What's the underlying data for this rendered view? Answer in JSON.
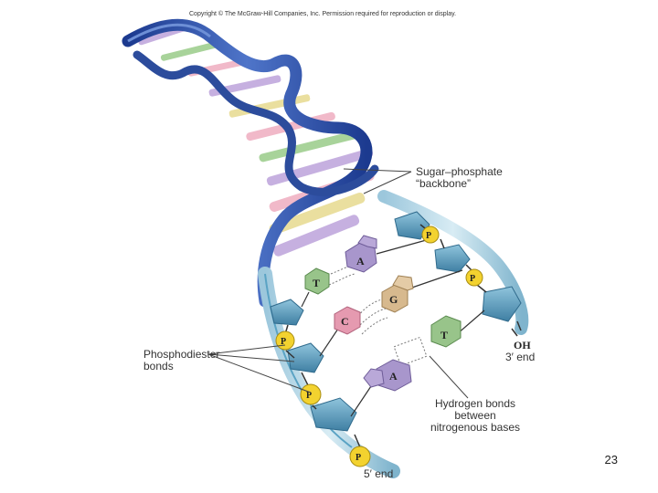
{
  "copyright": "Copyright © The McGraw-Hill Companies, Inc. Permission required for reproduction or display.",
  "labels": {
    "backbone_line1": "Sugar–phosphate",
    "backbone_line2": "“backbone”",
    "phosphodiester_line1": "Phosphodiester",
    "phosphodiester_line2": "bonds",
    "hydrogen_line1": "Hydrogen bonds",
    "hydrogen_line2": "between",
    "hydrogen_line3": "nitrogenous bases",
    "three_end": "3′ end",
    "five_end": "5′ end",
    "oh": "OH"
  },
  "bases": {
    "a1": "A",
    "t1": "T",
    "g": "G",
    "c": "C",
    "t2": "T",
    "a2": "A"
  },
  "phosphate": "P",
  "page_number": "23",
  "colors": {
    "helix_blue": "#2f4fa8",
    "backbone_blue": "#5aa3c4",
    "adenine": "#a896cc",
    "thymine": "#98c48a",
    "guanine": "#d7b98e",
    "cytosine": "#e59ab0",
    "phosphate": "#f3d22f"
  }
}
